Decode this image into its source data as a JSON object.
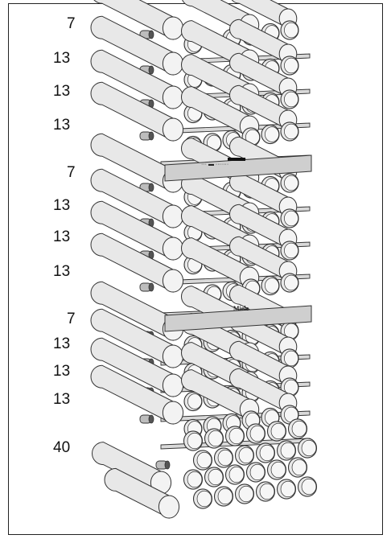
{
  "labels": [
    "7",
    "13",
    "13",
    "13",
    "7",
    "13",
    "13",
    "13",
    "7",
    "13",
    "13",
    "13",
    "40"
  ],
  "brand": "Miele",
  "display_text": "···  ▬  ·······",
  "colors": {
    "bottle_fill": "#e8e8e8",
    "bottle_stroke": "#333333",
    "shelf_fill": "#d9d9d9",
    "panel_fill": "#cfcfcf",
    "frame": "#222222"
  }
}
